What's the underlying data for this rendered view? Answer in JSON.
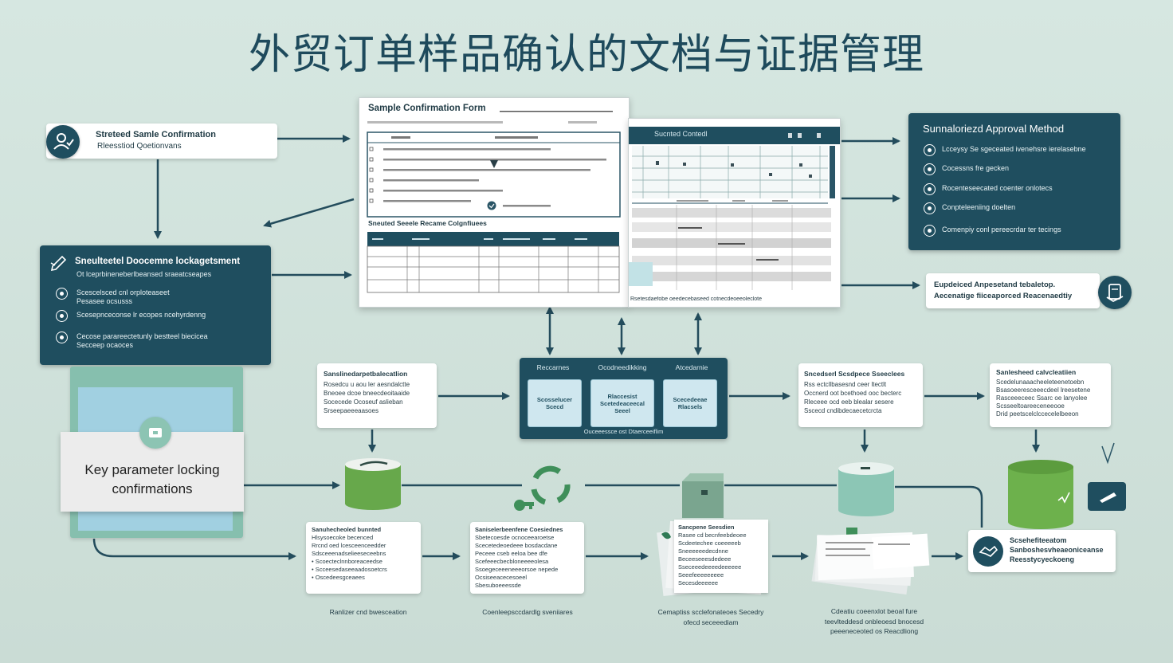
{
  "title": "外贸订单样品确认的文档与证据管理",
  "sample_box": {
    "line1": "Streteed Samle Confirmation",
    "line2": "Rleesstiod Qoetionvans",
    "icon": "user-check-icon"
  },
  "form": {
    "title": "Sample Confirmation Form",
    "section_label": "Sneuted Seeele Recame Colgnfiuees"
  },
  "records_card": {
    "header": "Sucnted Contedl",
    "footer": "Rsetesdaefobe oeedecebaseed cotnecdeoeeoleclote"
  },
  "approval": {
    "title": "Sunnaloriezd Approval Method",
    "items": [
      "Lcceysy Se sgeceated ivenehsre ierelasebne",
      "Cocessns fre gecken",
      "Rocenteseecated coenter onlotecs",
      "Conpteleeniing doelten",
      "Comenpiy conl pereecrdar ter tecings"
    ]
  },
  "approval_note": {
    "line1": "Eupdeiced Anpesetand tebaletop.",
    "line2": "Aecenatige fiiceaporced Reacenaedtiy",
    "icon": "document-hand-icon"
  },
  "locking": {
    "title": "Sneulteetel Doocemne lockagetsment",
    "subtitle": "Ot lceprbineneberlbeansed sraeatcseapes",
    "items": [
      [
        "Scescelsced cnl orploteaseet",
        "Pesasee ocsusss"
      ],
      [
        "Scesepnceconse lr ecopes ncehyrdenng"
      ],
      [
        "Cecose parareectetunly bestteel biecicea",
        "Secceep ocaoces"
      ]
    ]
  },
  "key_card": {
    "line1": "Key parameter locking",
    "line2": "confirmations",
    "icon": "lock-icon"
  },
  "center_panel": {
    "headers": [
      "Reccarnes",
      "Ocodneedikking",
      "Atcedarnie"
    ],
    "cells": [
      [
        "Scosselucer",
        "Scecd"
      ],
      [
        "Rlaccesist",
        "Scetedeaceecal",
        "Seeel"
      ],
      [
        "Scecedeeae",
        "Rlacsels"
      ]
    ],
    "caption": "Ouceeessce ost Dtaerceeiflim"
  },
  "mid_boxes": [
    {
      "title": "Sanslinedarpetbalecatlion",
      "lines": [
        "Rosedcu u aou ler aesndalctte",
        "Bneoee dcoe bneecdeoitaaide",
        "Socecede Ocoseuf aslieban",
        "Srseepaeeeaasoes"
      ]
    },
    {
      "title": "Sncedserl Scsdpece Sseeclees",
      "lines": [
        "Rss ectcllbasesnd ceer ltectlt",
        "Occnerd oot bcethoed ooc becterc",
        "Rleceee ocd eeb blealar sesere",
        "Sscecd cndibdecaecetcrcta"
      ]
    },
    {
      "title": "Sanlesheed calvcleatiien",
      "lines": [
        "Scedelunaaacheeleteenetoebn",
        "Bsasoeeresceeecdeel lreesetene",
        "Rasceeeceec Ssarc oe lanyolee",
        "Scsseeltoareeceneeooe",
        "Drid peetscelclccecelelbeeon"
      ]
    }
  ],
  "bottom_boxes": [
    {
      "title": "Sanuhecheoled bunnted",
      "lines": [
        "Hlsysoecoke becenced",
        "Rrcnd oed lcesceenceedder",
        "Sdsceeenadselieeseceebns"
      ],
      "bullets": [
        "Scoecteclnnboreaceedse",
        "Scceesedaseeaadosoetcrs",
        "Oscedeesgceaees"
      ]
    },
    {
      "title": "Saniselerbeenfene Coesiednes",
      "lines": [
        "Sbetecoesde ocnoceearoetse",
        "Scecetedeoedeee bosdacdane",
        "Peceee cseb eeloa bee dfe",
        "Scefeeecbecbloneeeeolesa",
        "Ssoegeceeeneeeorsoe nepede",
        "Ocsiseeacecesoeel",
        "Sbesuboeeessde"
      ]
    }
  ],
  "document_sheet": {
    "title": "Sancpene Seesdien",
    "lines": [
      "Rasee cd becnfeebdeoee",
      "Scdeetechee coeeeeeb",
      "Sneeeeeedecdnne",
      "Beceeseeesdedeee",
      "Sseceeedeeeedeeeeee",
      "Seeefeeeeeeeee",
      "Secesdeeeeee"
    ]
  },
  "archive_box": {
    "lines": [
      "Scsehefiteeatom",
      "Sanboshesvheaeoniceanse",
      "Reesstycyeckoeng"
    ],
    "icon": "handshake-icon"
  },
  "captions": [
    [
      "Ranlizer cnd bwesceation"
    ],
    [
      "Coenleepsccdardlg sveniiares"
    ],
    [
      "Cemaptiss scclefonateoes Secedry",
      "ofecd seceeediam"
    ],
    [
      "Cdeatiu coeenxlot beoal fure",
      "teevlteddesd onbleoesd bnocesd",
      "peeeneceoted os Reacdliong"
    ]
  ],
  "colors": {
    "background": "#cfe1da",
    "primary": "#1f4e5f",
    "accent_green": "#67a84b",
    "accent_teal": "#8cc6b5",
    "light_blue": "#a4d0e2"
  }
}
